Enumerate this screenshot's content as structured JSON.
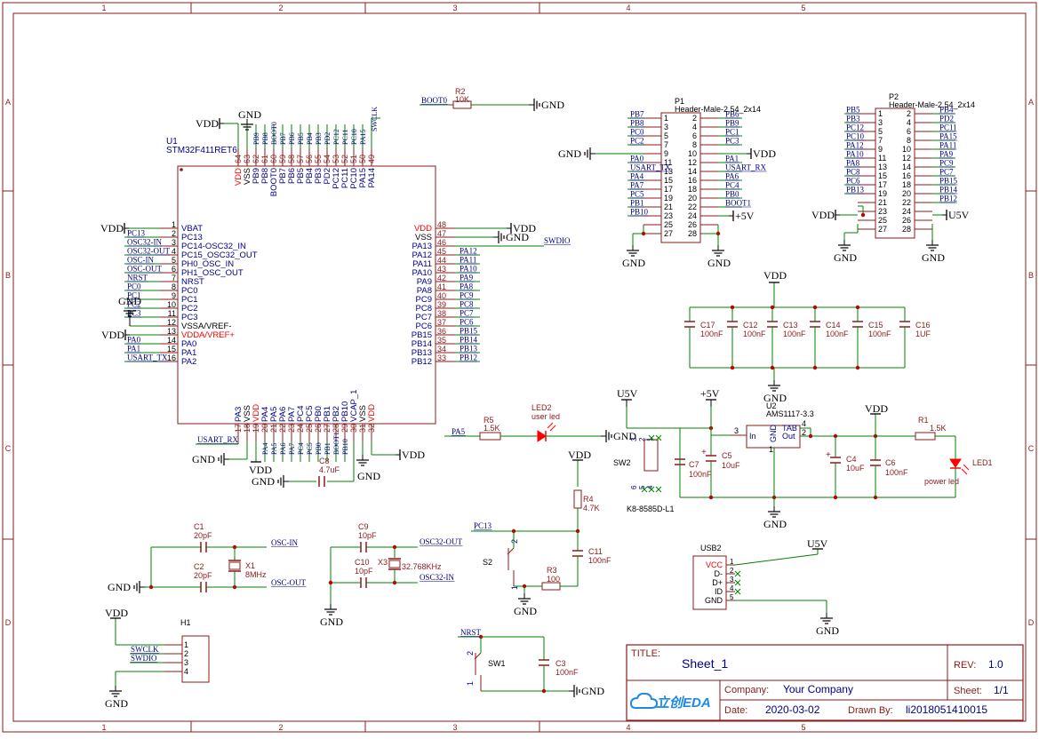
{
  "colors": {
    "border": "#8b1a1a",
    "wire": "#008000",
    "label": "#00008b",
    "part": "#8b1a1a",
    "pinNumber": "#8b1a1a",
    "netRed": "#ff0000",
    "black": "#000000",
    "junction": "#c00000",
    "logo": "#1e88e5"
  },
  "frame": {
    "columns": [
      "1",
      "2",
      "3",
      "4",
      "5"
    ],
    "rows": [
      "A",
      "B",
      "C",
      "D"
    ]
  },
  "titleBlock": {
    "titleLabel": "TITLE:",
    "title": "Sheet_1",
    "revLabel": "REV:",
    "rev": "1.0",
    "companyLabel": "Company:",
    "company": "Your Company",
    "sheetLabel": "Sheet:",
    "sheet": "1/1",
    "dateLabel": "Date:",
    "date": "2020-03-02",
    "drawnByLabel": "Drawn By:",
    "drawnBy": "li2018051410015",
    "logo": "立创EDA",
    "logoIcon": "cloud-icon"
  },
  "u1": {
    "ref": "U1",
    "value": "STM32F411RET6",
    "left": [
      {
        "num": "1",
        "name": "VBAT",
        "net": "VDD"
      },
      {
        "num": "2",
        "name": "PC13",
        "net": "PC13"
      },
      {
        "num": "3",
        "name": "PC14-OSC32_IN",
        "net": "OSC32-IN"
      },
      {
        "num": "4",
        "name": "PC15_OSC32_OUT",
        "net": "OSC32-OUT"
      },
      {
        "num": "5",
        "name": "PH0_OSC_IN",
        "net": "OSC-IN"
      },
      {
        "num": "6",
        "name": "PH1_OSC_OUT",
        "net": "OSC-OUT"
      },
      {
        "num": "7",
        "name": "NRST",
        "net": "NRST"
      },
      {
        "num": "8",
        "name": "PC0",
        "net": "PC0"
      },
      {
        "num": "9",
        "name": "PC1",
        "net": "PC1"
      },
      {
        "num": "10",
        "name": "PC2",
        "net": "PC2"
      },
      {
        "num": "11",
        "name": "PC3",
        "net": "PC3"
      },
      {
        "num": "12",
        "name": "VSSA/VREF-",
        "net": "GND"
      },
      {
        "num": "13",
        "name": "VDDA/VREF+",
        "net": "VDD"
      },
      {
        "num": "14",
        "name": "PA0",
        "net": "PA0"
      },
      {
        "num": "15",
        "name": "PA1",
        "net": "PA1"
      },
      {
        "num": "16",
        "name": "PA2",
        "net": "USART_TX"
      }
    ],
    "right": [
      {
        "num": "48",
        "name": "VDD",
        "net": "VDD"
      },
      {
        "num": "47",
        "name": "VSS",
        "net": "GND"
      },
      {
        "num": "46",
        "name": "PA13",
        "net": "SWDIO"
      },
      {
        "num": "45",
        "name": "PA12",
        "net": "PA12"
      },
      {
        "num": "44",
        "name": "PA11",
        "net": "PA11"
      },
      {
        "num": "43",
        "name": "PA10",
        "net": "PA10"
      },
      {
        "num": "42",
        "name": "PA9",
        "net": "PA9"
      },
      {
        "num": "41",
        "name": "PA8",
        "net": "PA8"
      },
      {
        "num": "40",
        "name": "PC9",
        "net": "PC9"
      },
      {
        "num": "39",
        "name": "PC8",
        "net": "PC8"
      },
      {
        "num": "38",
        "name": "PC7",
        "net": "PC7"
      },
      {
        "num": "37",
        "name": "PC6",
        "net": "PC6"
      },
      {
        "num": "36",
        "name": "PB15",
        "net": "PB15"
      },
      {
        "num": "35",
        "name": "PB14",
        "net": "PB14"
      },
      {
        "num": "34",
        "name": "PB13",
        "net": "PB13"
      },
      {
        "num": "33",
        "name": "PB12",
        "net": "PB12"
      }
    ],
    "top": [
      {
        "num": "64",
        "name": "VDD",
        "net": ""
      },
      {
        "num": "63",
        "name": "VSS",
        "net": ""
      },
      {
        "num": "62",
        "name": "PB9",
        "net": "PB9"
      },
      {
        "num": "61",
        "name": "PB8",
        "net": "PB8"
      },
      {
        "num": "60",
        "name": "BOOT0",
        "net": "BOOT0"
      },
      {
        "num": "59",
        "name": "PB7",
        "net": "PB7"
      },
      {
        "num": "58",
        "name": "PB6",
        "net": "PB6"
      },
      {
        "num": "57",
        "name": "PB5",
        "net": "PB5"
      },
      {
        "num": "56",
        "name": "PB4",
        "net": "PB4"
      },
      {
        "num": "55",
        "name": "PB3",
        "net": "PB3"
      },
      {
        "num": "54",
        "name": "PD2",
        "net": "PD2"
      },
      {
        "num": "53",
        "name": "PC12",
        "net": "PC12"
      },
      {
        "num": "52",
        "name": "PC11",
        "net": "PC11"
      },
      {
        "num": "51",
        "name": "PC10",
        "net": "PC10"
      },
      {
        "num": "50",
        "name": "PA15",
        "net": "PA15"
      },
      {
        "num": "49",
        "name": "PA14",
        "net": "SWCLK"
      }
    ],
    "bottom": [
      {
        "num": "17",
        "name": "PA3",
        "net": "USART_RX"
      },
      {
        "num": "18",
        "name": "VSS",
        "net": ""
      },
      {
        "num": "19",
        "name": "VDD",
        "net": ""
      },
      {
        "num": "20",
        "name": "PA4",
        "net": "PA4"
      },
      {
        "num": "21",
        "name": "PA5",
        "net": "PA5"
      },
      {
        "num": "22",
        "name": "PA6",
        "net": "PA6"
      },
      {
        "num": "23",
        "name": "PA7",
        "net": "PA7"
      },
      {
        "num": "24",
        "name": "PC4",
        "net": "PC4"
      },
      {
        "num": "25",
        "name": "PC5",
        "net": "PC5"
      },
      {
        "num": "26",
        "name": "PB0",
        "net": "PB0"
      },
      {
        "num": "27",
        "name": "PB1",
        "net": "PB1"
      },
      {
        "num": "28",
        "name": "PB2",
        "net": "BOOT1"
      },
      {
        "num": "29",
        "name": "PB10",
        "net": "PB10"
      },
      {
        "num": "30",
        "name": "VCAP_1",
        "net": ""
      },
      {
        "num": "31",
        "name": "VSS",
        "net": ""
      },
      {
        "num": "32",
        "name": "VDD",
        "net": ""
      }
    ],
    "topLeftNet": "GND",
    "topLeftVdd": "VDD",
    "rightVdd": "VDD",
    "rightGnd": "GND",
    "bottomGnd": "GND",
    "bottomVdd": "VDD",
    "bottomVddRight": "VDD",
    "bottomGndLeft": "GND",
    "c8": {
      "ref": "C8",
      "value": "4.7uF"
    },
    "c8Gnd": "GND",
    "leftGnd": "GND",
    "leftVdd13": "VDD",
    "leftVdd1": "VDD"
  },
  "p1": {
    "ref": "P1",
    "value": "Header-Male-2.54_2x14",
    "rows": [
      {
        "l": "PB7",
        "ln": "1",
        "rn": "2",
        "r": "PB6"
      },
      {
        "l": "PB8",
        "ln": "3",
        "rn": "4",
        "r": "PB9"
      },
      {
        "l": "PC0",
        "ln": "5",
        "rn": "6",
        "r": "PC1"
      },
      {
        "l": "PC2",
        "ln": "7",
        "rn": "8",
        "r": "PC3"
      },
      {
        "l": "GND",
        "ln": "9",
        "rn": "10",
        "r": "VDD"
      },
      {
        "l": "PA0",
        "ln": "11",
        "rn": "12",
        "r": "PA1"
      },
      {
        "l": "USART_TX",
        "ln": "13",
        "rn": "14",
        "r": "USART_RX"
      },
      {
        "l": "PA4",
        "ln": "15",
        "rn": "16",
        "r": "PA6"
      },
      {
        "l": "PA7",
        "ln": "17",
        "rn": "18",
        "r": "PC4"
      },
      {
        "l": "PC5",
        "ln": "19",
        "rn": "20",
        "r": "PB0"
      },
      {
        "l": "PB1",
        "ln": "21",
        "rn": "22",
        "r": "BOOT1"
      },
      {
        "l": "PB10",
        "ln": "23",
        "rn": "24",
        "r": "+5V"
      },
      {
        "l": "",
        "ln": "25",
        "rn": "26",
        "r": ""
      },
      {
        "l": "",
        "ln": "27",
        "rn": "28",
        "r": ""
      }
    ],
    "gndLeft": "GND",
    "gndRight": "GND"
  },
  "p2": {
    "ref": "P2",
    "value": "Header-Male-2.54_2x14",
    "rows": [
      {
        "l": "PB5",
        "ln": "1",
        "rn": "2",
        "r": "PB4"
      },
      {
        "l": "PB3",
        "ln": "3",
        "rn": "4",
        "r": "PD2"
      },
      {
        "l": "PC12",
        "ln": "5",
        "rn": "6",
        "r": "PC11"
      },
      {
        "l": "PC10",
        "ln": "7",
        "rn": "8",
        "r": "PA15"
      },
      {
        "l": "PA12",
        "ln": "9",
        "rn": "10",
        "r": "PA11"
      },
      {
        "l": "PA10",
        "ln": "11",
        "rn": "12",
        "r": "PA9"
      },
      {
        "l": "PA8",
        "ln": "13",
        "rn": "14",
        "r": "PC9"
      },
      {
        "l": "PC8",
        "ln": "15",
        "rn": "16",
        "r": "PC7"
      },
      {
        "l": "PC6",
        "ln": "17",
        "rn": "18",
        "r": "PB15"
      },
      {
        "l": "PB13",
        "ln": "19",
        "rn": "20",
        "r": "PB14"
      },
      {
        "l": "",
        "ln": "21",
        "rn": "22",
        "r": "PB12"
      },
      {
        "l": "VDD",
        "ln": "23",
        "rn": "24",
        "r": "U5V"
      },
      {
        "l": "",
        "ln": "25",
        "rn": "26",
        "r": ""
      },
      {
        "l": "",
        "ln": "27",
        "rn": "28",
        "r": ""
      }
    ],
    "gndLeft": "GND",
    "gndRight": "GND"
  },
  "r2": {
    "ref": "R2",
    "value": "10K",
    "net": "BOOT0",
    "gnd": "GND"
  },
  "decoupling": {
    "vdd": "VDD",
    "gnd": "GND",
    "caps": [
      {
        "ref": "C17",
        "value": "100nF"
      },
      {
        "ref": "C12",
        "value": "100nF"
      },
      {
        "ref": "C13",
        "value": "100nF"
      },
      {
        "ref": "C14",
        "value": "100nF"
      },
      {
        "ref": "C15",
        "value": "100nF"
      },
      {
        "ref": "C16",
        "value": "1UF"
      }
    ]
  },
  "userLed": {
    "net": "PA5",
    "r5": {
      "ref": "R5",
      "value": "1.5K"
    },
    "led": {
      "ref": "LED2",
      "value": "user led"
    },
    "gnd": "GND"
  },
  "power": {
    "u5v": "U5V",
    "p5v": "+5V",
    "vdd": "VDD",
    "gnd": "GND",
    "sw2": {
      "ref": "SW2",
      "value": "K8-8585D-L1",
      "pins": [
        "3",
        "2",
        "1",
        "6",
        "5",
        "4"
      ]
    },
    "c7": {
      "ref": "C7",
      "value": "100nF"
    },
    "c5": {
      "ref": "C5",
      "value": "10uF",
      "plus": "+"
    },
    "u2": {
      "ref": "U2",
      "value": "AMS1117-3.3",
      "in": "In",
      "gndPin": "GND",
      "tab": "TAB",
      "out": "Out",
      "n3": "3",
      "n1": "1",
      "n4": "4",
      "n2": "2"
    },
    "c4": {
      "ref": "C4",
      "value": "10uF",
      "plus": "+"
    },
    "c6": {
      "ref": "C6",
      "value": "100nF"
    },
    "r1": {
      "ref": "R1",
      "value": "1.5K"
    },
    "led1": {
      "ref": "LED1",
      "value": "power led"
    }
  },
  "reset": {
    "vdd": "VDD",
    "r4": {
      "ref": "R4",
      "value": "4.7K"
    },
    "net": "PC13",
    "s2": {
      "ref": "S2",
      "p1": "1",
      "p2": "2"
    },
    "r3": {
      "ref": "R3",
      "value": "100"
    },
    "c11": {
      "ref": "C11",
      "value": "100nF"
    },
    "gnd": "GND"
  },
  "hse": {
    "c1": {
      "ref": "C1",
      "value": "20pF"
    },
    "c2": {
      "ref": "C2",
      "value": "20pF"
    },
    "x1": {
      "ref": "X1",
      "value": "8MHz"
    },
    "netIn": "OSC-IN",
    "netOut": "OSC-OUT",
    "gnd": "GND"
  },
  "lse": {
    "c9": {
      "ref": "C9",
      "value": "10pF"
    },
    "c10": {
      "ref": "C10",
      "value": "10pF"
    },
    "x3": {
      "ref": "X3",
      "value": "32.768KHz"
    },
    "netOut": "OSC32-OUT",
    "netIn": "OSC32-IN",
    "gnd": "GND"
  },
  "usb": {
    "ref": "USB2",
    "pins": [
      {
        "name": "VCC",
        "num": "1"
      },
      {
        "name": "D-",
        "num": "2"
      },
      {
        "name": "D+",
        "num": "3"
      },
      {
        "name": "ID",
        "num": "4"
      },
      {
        "name": "GND",
        "num": "5"
      }
    ],
    "u5v": "U5V",
    "gnd": "GND"
  },
  "swd": {
    "ref": "H1",
    "vdd": "VDD",
    "nets": [
      "SWCLK",
      "SWDIO"
    ],
    "pins": [
      "1",
      "2",
      "3",
      "4"
    ],
    "gnd": "GND"
  },
  "nrstSw": {
    "net": "NRST",
    "sw1": {
      "ref": "SW1",
      "p1": "1",
      "p2": "2"
    },
    "c3": {
      "ref": "C3",
      "value": "100nF"
    },
    "gnd": "GND"
  }
}
